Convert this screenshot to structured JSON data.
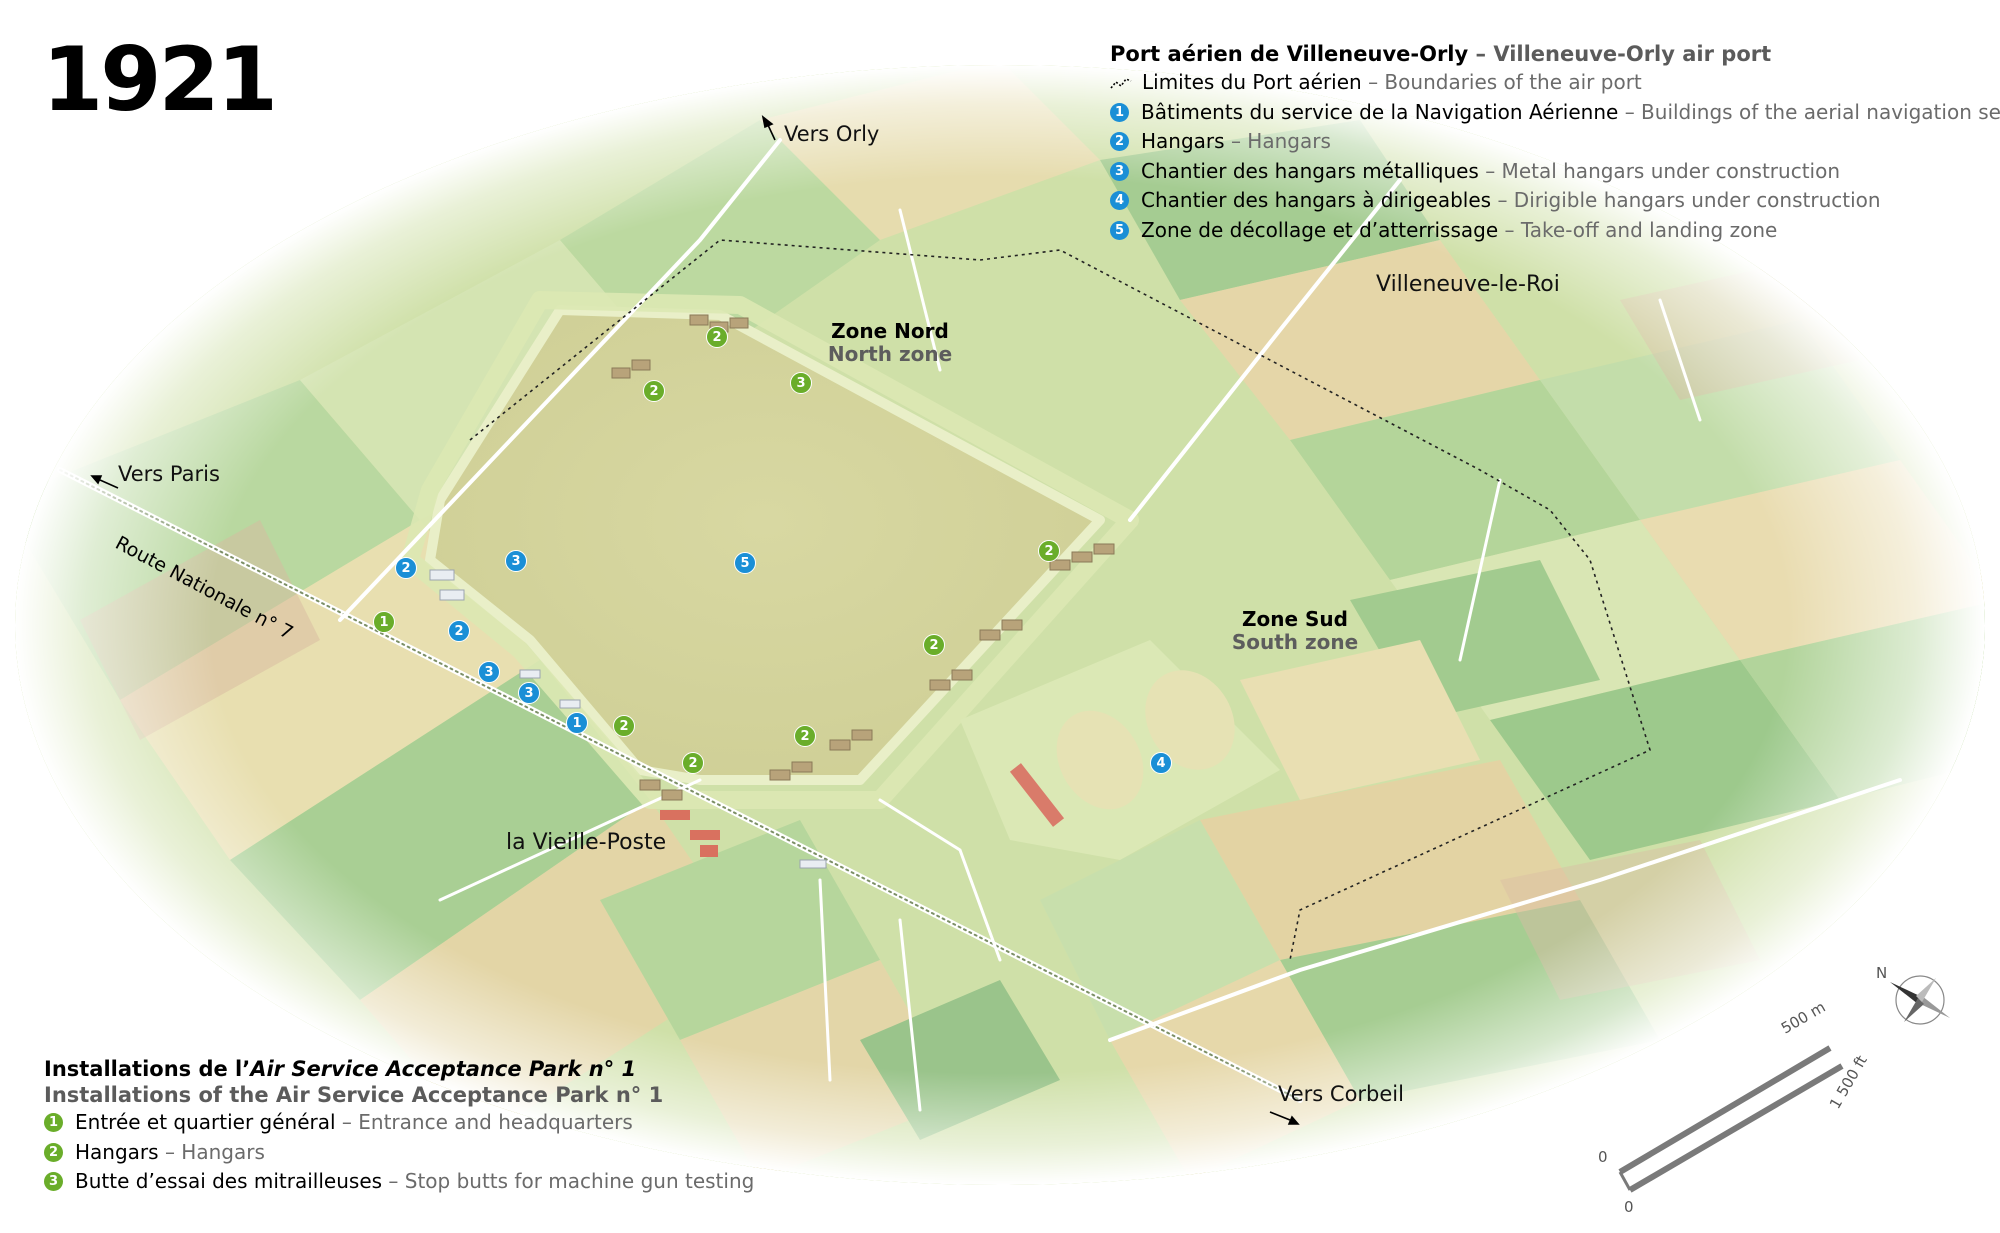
{
  "year": "1921",
  "legend_top": {
    "title_fr": "Port aérien de Villeneuve-Orly",
    "title_en": "– Villeneuve-Orly air port",
    "boundary": {
      "fr": "Limites du Port aérien",
      "en": "– Boundaries of the air port"
    },
    "items": [
      {
        "n": "1",
        "fr": "Bâtiments du service de la Navigation Aérienne",
        "en": "– Buildings of the aerial navigation service"
      },
      {
        "n": "2",
        "fr": "Hangars",
        "en": "– Hangars"
      },
      {
        "n": "3",
        "fr": "Chantier des hangars métalliques",
        "en": "– Metal hangars under construction"
      },
      {
        "n": "4",
        "fr": "Chantier des hangars à dirigeables",
        "en": "– Dirigible hangars under construction"
      },
      {
        "n": "5",
        "fr": "Zone de décollage et d’atterrissage",
        "en": "– Take-off and landing zone"
      }
    ],
    "color": "#1a8fd6"
  },
  "legend_bottom": {
    "title_fr_a": "Installations de l’",
    "title_fr_b": "Air Service Acceptance Park n° 1",
    "title_en": "Installations of the Air Service Acceptance Park n° 1",
    "items": [
      {
        "n": "1",
        "fr": "Entrée et quartier général",
        "en": "– Entrance and headquarters"
      },
      {
        "n": "2",
        "fr": "Hangars",
        "en": "– Hangars"
      },
      {
        "n": "3",
        "fr": "Butte d’essai des mitrailleuses",
        "en": "– Stop butts for machine gun testing"
      }
    ],
    "color": "#6aad2a"
  },
  "places": {
    "vers_orly": "Vers Orly",
    "vers_paris": "Vers Paris",
    "vers_corbeil": "Vers Corbeil",
    "villeneuve": "Villeneuve-le-Roi",
    "vieille_poste": "la Vieille-Poste",
    "route": "Route Nationale n° 7"
  },
  "zones": {
    "nord": {
      "fr": "Zone Nord",
      "en": "North zone"
    },
    "sud": {
      "fr": "Zone Sud",
      "en": "South zone"
    }
  },
  "markers": {
    "blue": [
      "1",
      "2",
      "2",
      "3",
      "3",
      "3",
      "4",
      "5"
    ],
    "green": [
      "1",
      "2",
      "2",
      "2",
      "2",
      "2",
      "2",
      "2",
      "3"
    ]
  },
  "scale": {
    "metric": "500 m",
    "imperial": "1 500 ft",
    "zero_a": "0",
    "zero_b": "0",
    "north": "N"
  }
}
